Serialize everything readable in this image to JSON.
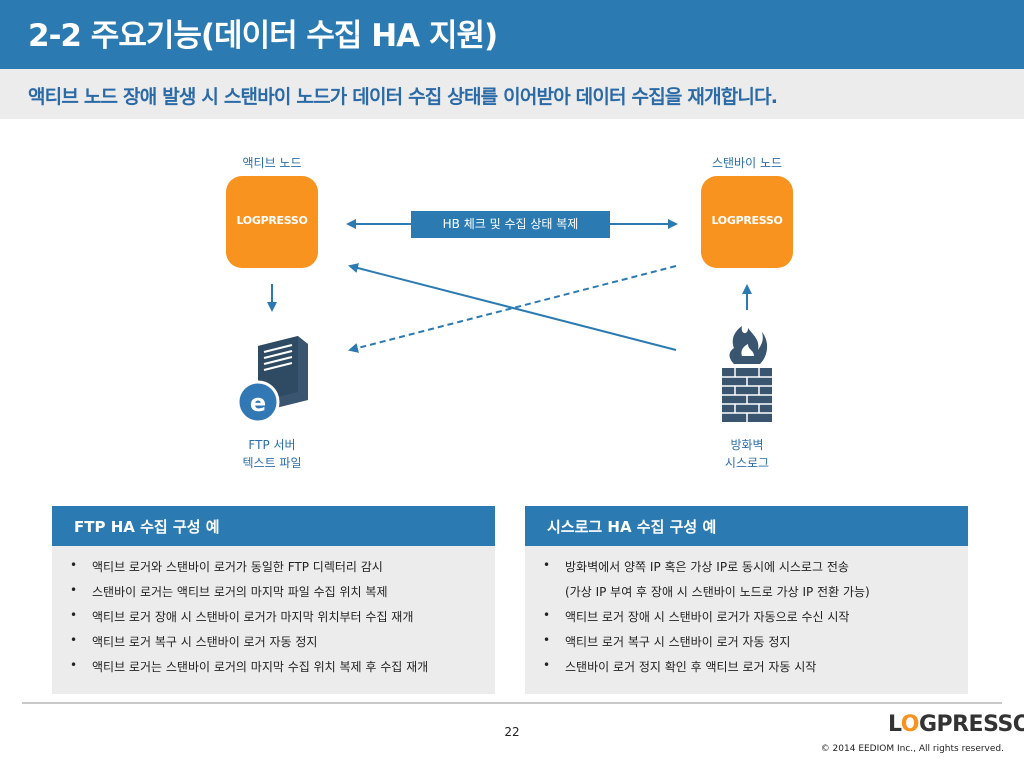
{
  "header": {
    "title": "2-2 주요기능(데이터 수집 HA 지원)",
    "subtitle": "액티브 노드 장애 발생 시 스탠바이 노드가 데이터 수집 상태를 이어받아 데이터 수집을 재개합니다."
  },
  "diagram": {
    "active_node_label": "액티브 노드",
    "standby_node_label": "스탠바이 노드",
    "logo_text": "LOGPRESSO",
    "hb_label": "HB 체크 및 수집 상태 복제",
    "ftp_server_label": "FTP 서버",
    "ftp_file_label": "텍스트 파일",
    "firewall_label": "방화벽",
    "syslog_label": "시스로그"
  },
  "panels": {
    "ftp": {
      "title": "FTP HA 수집 구성 예",
      "items": [
        "액티브 로거와 스탠바이 로거가 동일한 FTP 디렉터리 감시",
        "스탠바이 로거는 액티브 로거의 마지막 파일 수집 위치 복제",
        "액티브 로거 장애 시 스탠바이 로거가 마지막 위치부터 수집 재개",
        "액티브 로거 복구 시 스탠바이 로거 자동 정지",
        "액티브 로거는 스탠바이 로거의 마지막 수집 위치 복제 후 수집 재개"
      ]
    },
    "syslog": {
      "title": "시스로그 HA 수집 구성 예",
      "items": [
        "방화벽에서 양쪽 IP 혹은 가상 IP로 동시에 시스로그 전송",
        "(가상 IP 부여 후 장애 시 스탠바이 노드로 가상 IP 전환 가능)",
        "액티브 로거 장애 시 스탠바이 로거가 자동으로 수신 시작",
        "액티브 로거 복구 시 스탠바이 로거 자동 정지",
        "스탠바이 로거 정지 확인 후 액티브 로거 자동 시작"
      ],
      "bullets": [
        "•",
        "",
        "•",
        "•",
        "•"
      ]
    },
    "bullet": "•"
  },
  "footer": {
    "page_number": "22",
    "logo_prefix": "L",
    "logo_o": "O",
    "logo_suffix": "GPRESSO",
    "copyright": "© 2014 EEDIOM Inc., All rights reserved."
  },
  "colors": {
    "primary": "#2b7bb2",
    "accent": "#f7931e",
    "panel_bg": "#ececed"
  }
}
